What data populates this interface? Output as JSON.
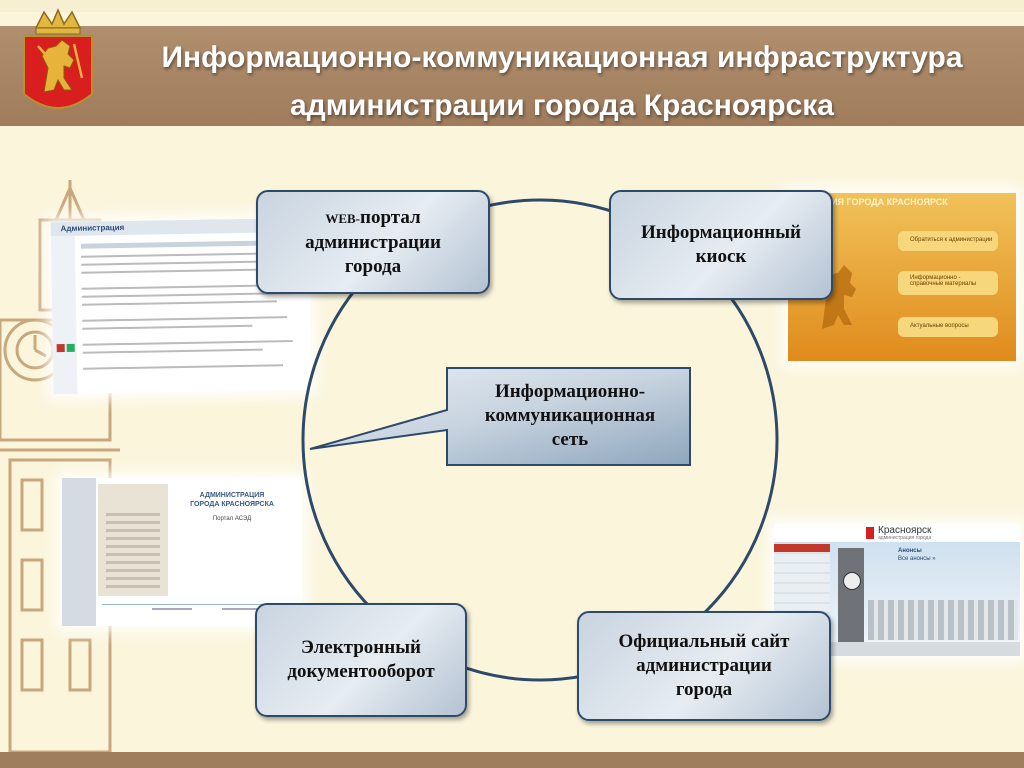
{
  "title": {
    "line1": "Информационно-коммуникационная инфраструктура",
    "line2": "администрации города Красноярска"
  },
  "nodes": {
    "web_portal": {
      "prefix": "WEB-",
      "line1": "портал",
      "line2": "администрации",
      "line3": "города"
    },
    "kiosk": {
      "line1": "Информационный",
      "line2": "киоск"
    },
    "network": {
      "line1": "Информационно-",
      "line2": "коммуникационная",
      "line3": "сеть"
    },
    "edoc": {
      "line1": "Электронный",
      "line2": "документооборот"
    },
    "official_site": {
      "line1": "Официальный сайт",
      "line2": "администрации",
      "line3": "города"
    }
  },
  "screenshots": {
    "portal": {
      "header": "Администрация"
    },
    "kiosk": {
      "header": "АЦИЯ ГОРОДА КРАСНОЯРСК",
      "btn1": "Обратиться к администрации",
      "btn2": "Информационно - справочные материалы",
      "btn3": "Актуальные вопросы"
    },
    "edoc": {
      "head1": "АДМИНИСТРАЦИЯ",
      "head2": "ГОРОДА КРАСНОЯРСКА",
      "sub": "Портал АСЭД"
    },
    "site": {
      "brand": "Красноярск",
      "tagline": "администрация города",
      "announce": "Анонсы",
      "announce_link": "Все анонсы »"
    }
  },
  "colors": {
    "header": "#a5846a",
    "node_border": "#2e4a6b",
    "background": "#fbf5dc",
    "coat_red": "#d81e1e",
    "coat_gold": "#e8b33a"
  }
}
